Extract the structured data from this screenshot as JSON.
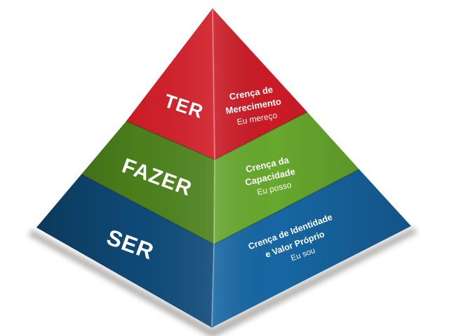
{
  "canvas": {
    "background": "#ffffff",
    "text_color": "#ffffff"
  },
  "pyramid": {
    "levels": [
      {
        "name": "ter",
        "action_label": "TER",
        "belief_line1": "Crença de",
        "belief_line2": "Merecimento",
        "affirmation": "Eu mereço",
        "left_color": "#d41f2a",
        "right_color": "#cb1b26"
      },
      {
        "name": "fazer",
        "action_label": "FAZER",
        "belief_line1": "Crença da",
        "belief_line2": "Capacidade",
        "affirmation": "Eu posso",
        "left_color": "#4e851d",
        "right_color": "#67a82e"
      },
      {
        "name": "ser",
        "action_label": "SER",
        "belief_line1": "Crença de Identidade",
        "belief_line2": "e Valor Próprio",
        "affirmation": "Eu sou",
        "left_color": "#0f4d7c",
        "right_color": "#1767a4"
      }
    ]
  }
}
